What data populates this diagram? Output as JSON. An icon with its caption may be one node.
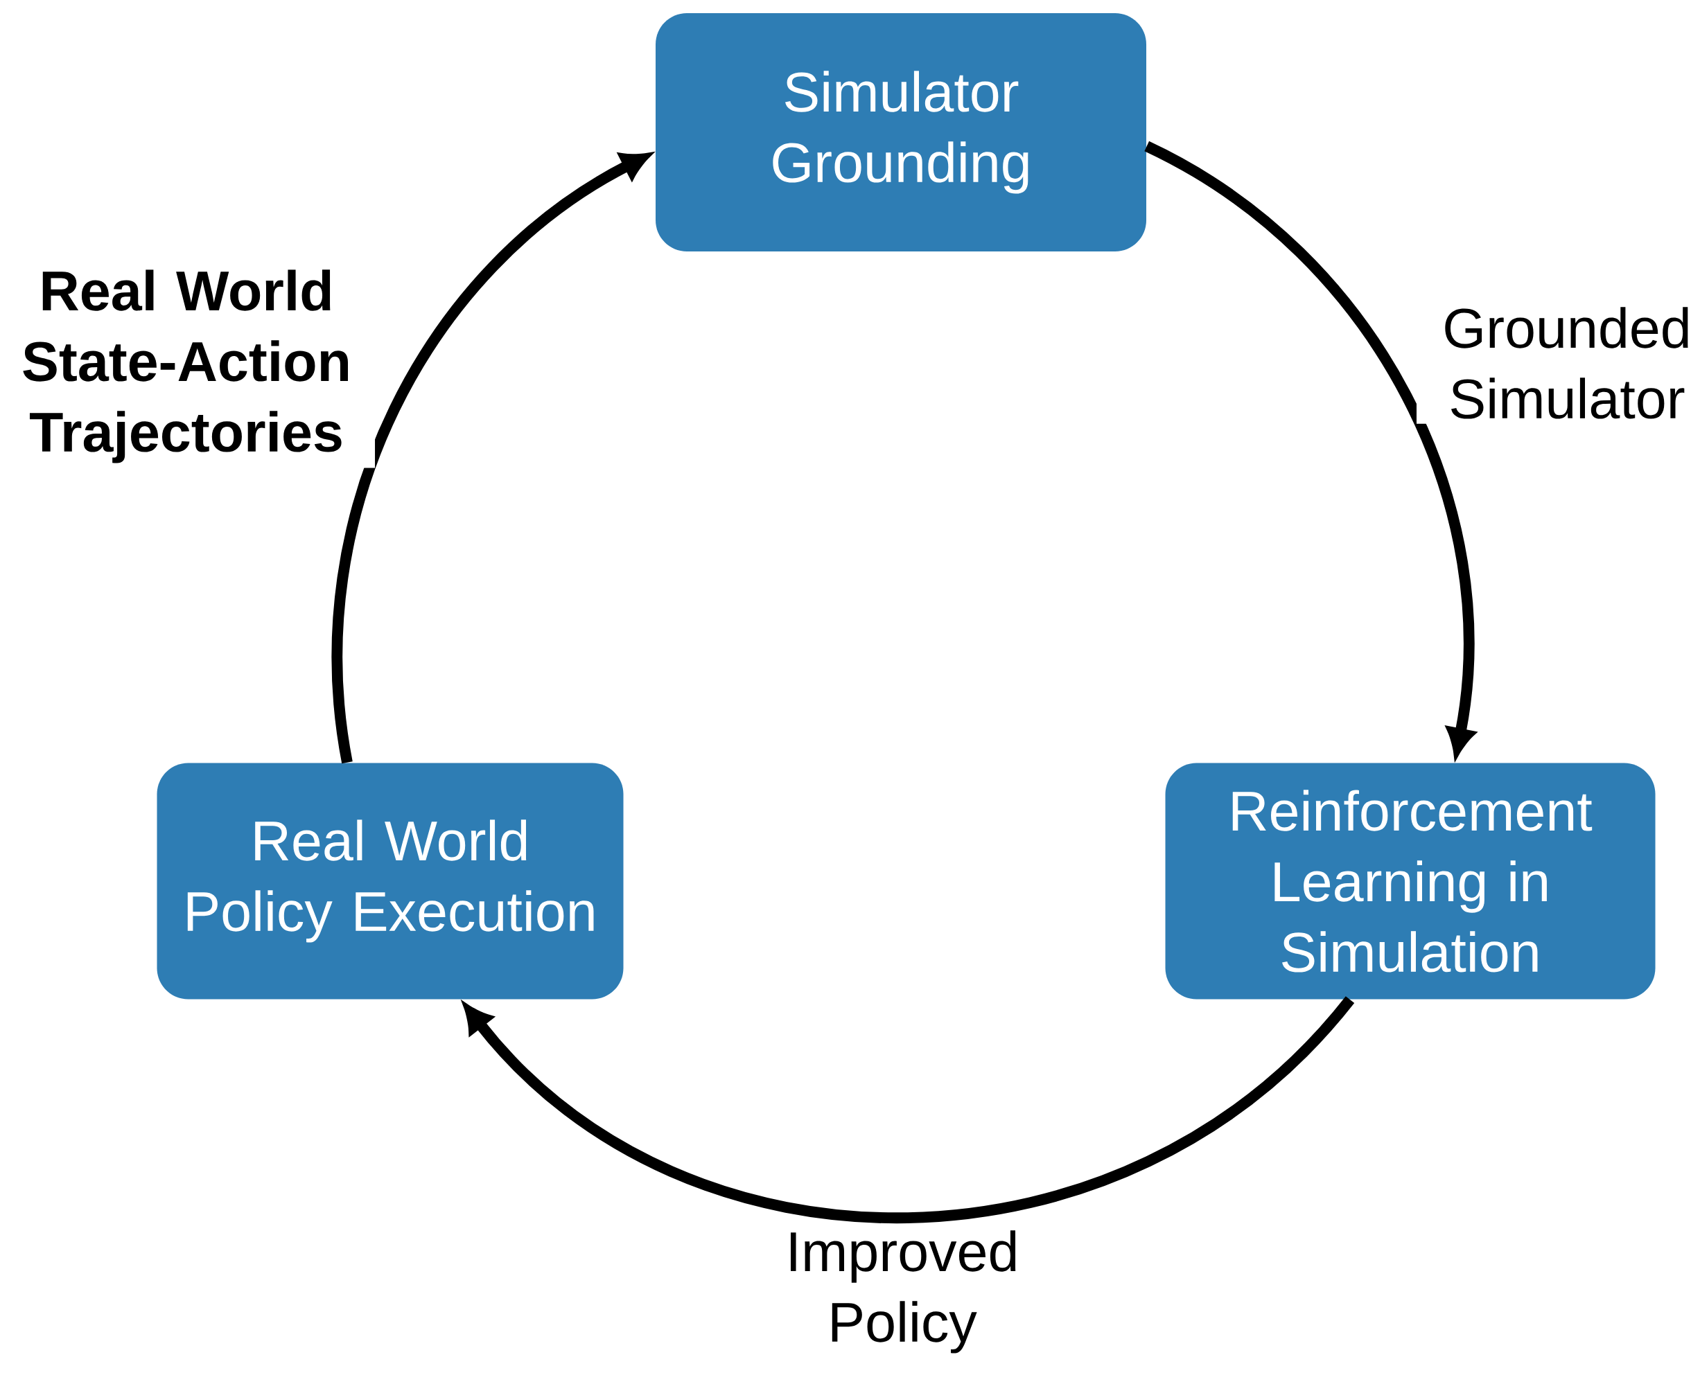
{
  "diagram": {
    "nodes": [
      {
        "text": [
          "Simulator Grounding"
        ]
      },
      {
        "text": [
          "Reinforcement Learning in Simulation"
        ]
      },
      {
        "text": [
          "Real World Policy Execution"
        ]
      }
    ],
    "edges": [
      {
        "from": 0,
        "to": 1,
        "arrow": "to",
        "label": "Grounded Simulator"
      },
      {
        "from": 1,
        "to": 2,
        "arrow": "to",
        "label": "Improved Policy"
      },
      {
        "from": 2,
        "to": 0,
        "arrow": "to",
        "label": "**Real World State-Action Trajectories**"
      }
    ]
  }
}
